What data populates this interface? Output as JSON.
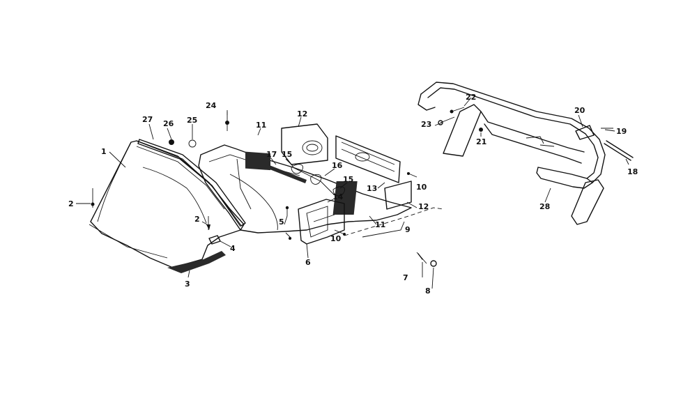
{
  "diagram": {
    "callouts": {
      "c1": "1",
      "c2a": "2",
      "c2b": "2",
      "c3": "3",
      "c4": "4",
      "c5": "5",
      "c6": "6",
      "c7": "7",
      "c8": "8",
      "c9": "9",
      "c10a": "10",
      "c10b": "10",
      "c11a": "11",
      "c11b": "11",
      "c12a": "12",
      "c12b": "12",
      "c13": "13",
      "c14": "14",
      "c15a": "15",
      "c15b": "15",
      "c16": "16",
      "c17": "17",
      "c18": "18",
      "c19": "19",
      "c20": "20",
      "c21": "21",
      "c22": "22",
      "c23": "23",
      "c24": "24",
      "c25": "25",
      "c26": "26",
      "c27": "27",
      "c28": "28"
    }
  }
}
